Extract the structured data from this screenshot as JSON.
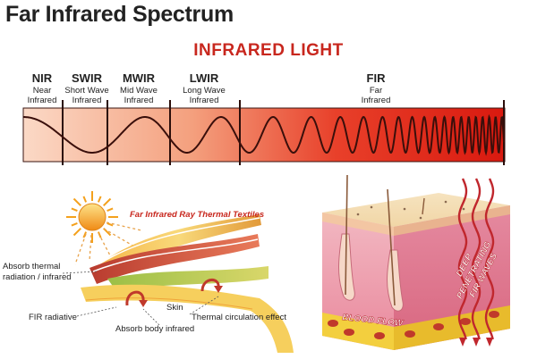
{
  "title": "Far Infrared Spectrum",
  "spectrum": {
    "heading": "INFRARED LIGHT",
    "bands": [
      {
        "code": "NIR",
        "line1": "Near",
        "line2": "Infrared"
      },
      {
        "code": "SWIR",
        "line1": "Short Wave",
        "line2": "Infrared"
      },
      {
        "code": "MWIR",
        "line1": "Mid Wave",
        "line2": "Infrared"
      },
      {
        "code": "LWIR",
        "line1": "Long Wave",
        "line2": "Infrared"
      },
      {
        "code": "FIR",
        "line1": "Far",
        "line2": "Infrared"
      }
    ]
  },
  "textiles": {
    "title": "Far Infrared Ray Thermal Textiles",
    "labels": {
      "absorb_thermal_1": "Absorb thermal",
      "absorb_thermal_2": "radiation / infrared",
      "fir_radiative": "FIR radiative",
      "skin": "Skin",
      "thermal_circulation": "Thermal circulation effect",
      "absorb_body": "Absorb body infrared"
    }
  },
  "skin": {
    "wave_text_1": "DEEP",
    "wave_text_2": "PENETRATING",
    "wave_text_3": "FIR WAVES",
    "blood_flow": "BLOOD FLOW"
  },
  "colors": {
    "accent_red": "#c8271e",
    "spectrum_start": "#fbd9c6",
    "spectrum_end": "#d9190f",
    "sun": "#f4a11d",
    "skin_pink": "#e9889c",
    "fat_yellow": "#f3cf3e"
  }
}
